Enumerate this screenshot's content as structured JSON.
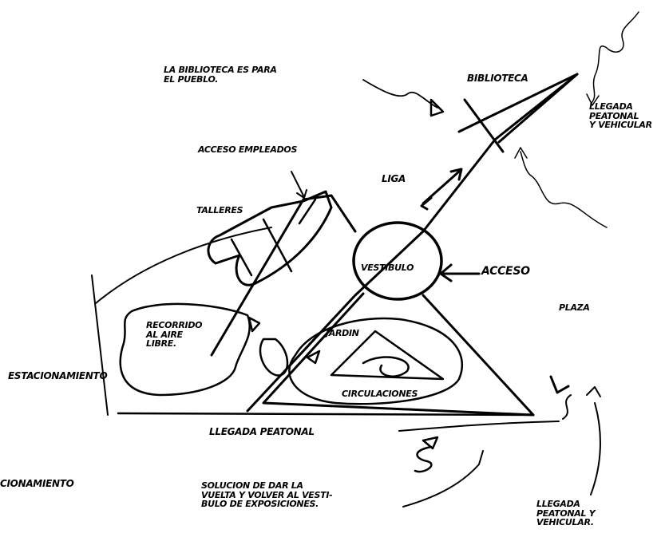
{
  "labels": {
    "biblioteca_note": "LA BIBLIOTECA ES PARA\nEL PUEBLO.",
    "biblioteca": "BIBLIOTECA",
    "llegada_top": "LLEGADA\nPEATONAL\nY VEHICULAR",
    "acceso_empleados": "ACCESO EMPLEADOS",
    "liga": "LIGA",
    "talleres": "TALLERES",
    "vestibulo": "VESTIBULO",
    "acceso": "ACCESO",
    "plaza": "PLAZA",
    "recorrido": "RECORRIDO\nAL AIRE\nLIBRE.",
    "jardin": "JARDIN",
    "estacionamiento": "ESTACIONAMIENTO",
    "circulaciones": "CIRCULACIONES",
    "llegada_peatonal": "LLEGADA PEATONAL",
    "estacionamiento_cut": "CIONAMIENTO",
    "solucion": "SOLUCION DE DAR LA\nVUELTA Y VOLVER AL VESTI-\nBULO DE EXPOSICIONES.",
    "llegada_bottom": "LLEGADA\nPEATONAL Y\nVEHICULAR."
  }
}
